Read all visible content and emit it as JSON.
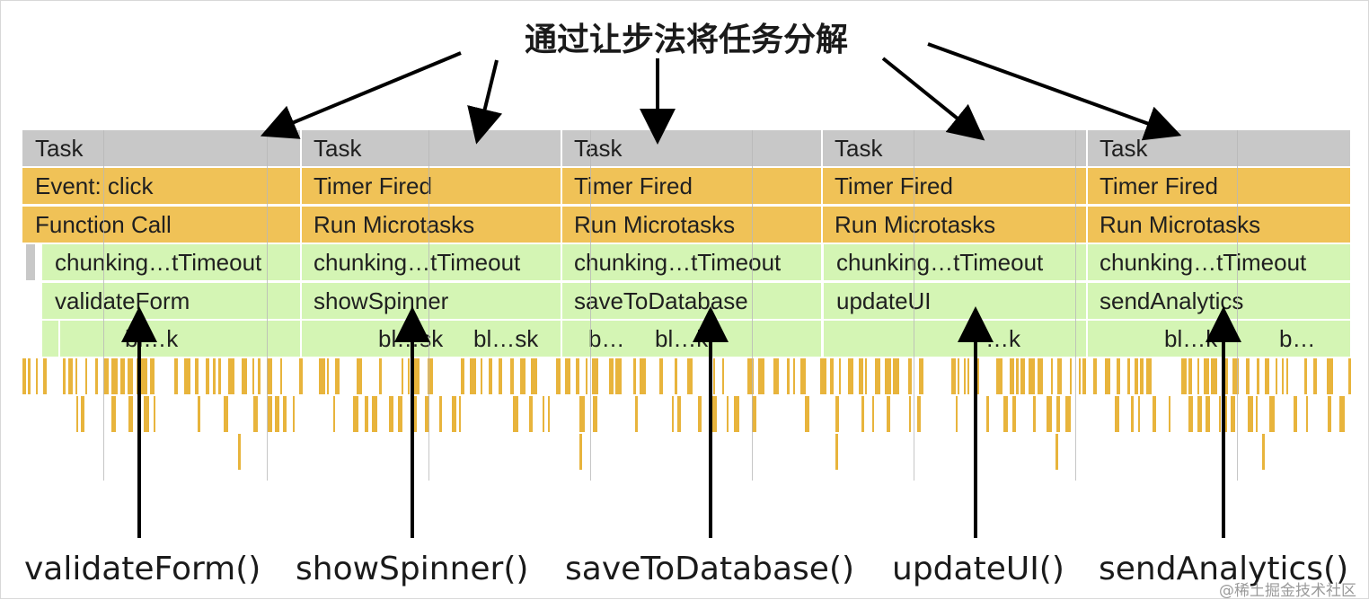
{
  "heading": "通过让步法将任务分解",
  "columns": [
    {
      "task": "Task",
      "event": "Event: click",
      "call": "Function Call",
      "chunk": "chunking…tTimeout",
      "func": "validateForm",
      "blocks": [
        "bl…k"
      ],
      "bottom_label": "validateForm()"
    },
    {
      "task": "Task",
      "event": "Timer Fired",
      "call": "Run Microtasks",
      "chunk": "chunking…tTimeout",
      "func": "showSpinner",
      "blocks": [
        "bl…sk",
        "bl…sk"
      ],
      "bottom_label": "showSpinner()"
    },
    {
      "task": "Task",
      "event": "Timer Fired",
      "call": "Run Microtasks",
      "chunk": "chunking…tTimeout",
      "func": "saveToDatabase",
      "blocks": [
        "b…",
        "bl…k"
      ],
      "bottom_label": "saveToDatabase()"
    },
    {
      "task": "Task",
      "event": "Timer Fired",
      "call": "Run Microtasks",
      "chunk": "chunking…tTimeout",
      "func": "updateUI",
      "blocks": [
        "…k"
      ],
      "bottom_label": "updateUI()"
    },
    {
      "task": "Task",
      "event": "Timer Fired",
      "call": "Run Microtasks",
      "chunk": "chunking…tTimeout",
      "func": "sendAnalytics",
      "blocks": [
        "bl…k",
        "b…"
      ],
      "bottom_label": "sendAnalytics()"
    }
  ],
  "watermark": "@稀土掘金技术社区",
  "colors": {
    "task": "#c8c8c8",
    "event": "#f0c257",
    "green": "#d4f5b4",
    "stripe": "#e8b43c"
  }
}
